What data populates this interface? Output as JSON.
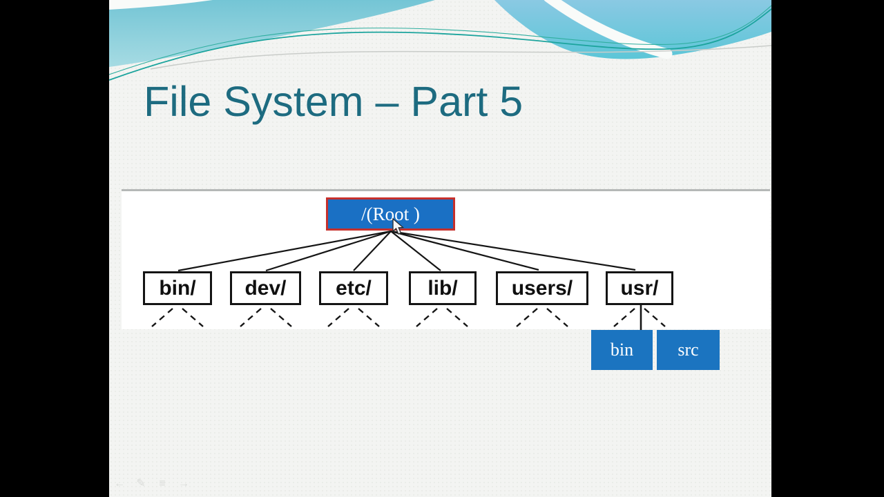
{
  "slide": {
    "title": "File System – Part 5"
  },
  "diagram": {
    "root": {
      "label": "/(Root )"
    },
    "children": [
      {
        "label": "bin/"
      },
      {
        "label": "dev/"
      },
      {
        "label": "etc/"
      },
      {
        "label": "lib/"
      },
      {
        "label": "users/"
      },
      {
        "label": "usr/"
      }
    ],
    "usr_children": [
      {
        "label": "bin"
      },
      {
        "label": "src"
      }
    ]
  },
  "colors": {
    "title_text": "#1d6b80",
    "root_fill": "#1a70c4",
    "root_border": "#c6302c",
    "dir_box_border": "#141414",
    "usr_child_fill": "#1b74c0",
    "node_text_on_blue": "#ffffff",
    "wave_teal": "#74c5d5",
    "wave_blue": "#8ac9e3",
    "panel_divider": "#b5b8b7"
  },
  "presenter_nav": {
    "icons": [
      {
        "name": "previous-slide",
        "glyph": "←"
      },
      {
        "name": "pen-tools",
        "glyph": "✎"
      },
      {
        "name": "slide-menu",
        "glyph": "≡"
      },
      {
        "name": "next-slide",
        "glyph": "→"
      }
    ]
  }
}
